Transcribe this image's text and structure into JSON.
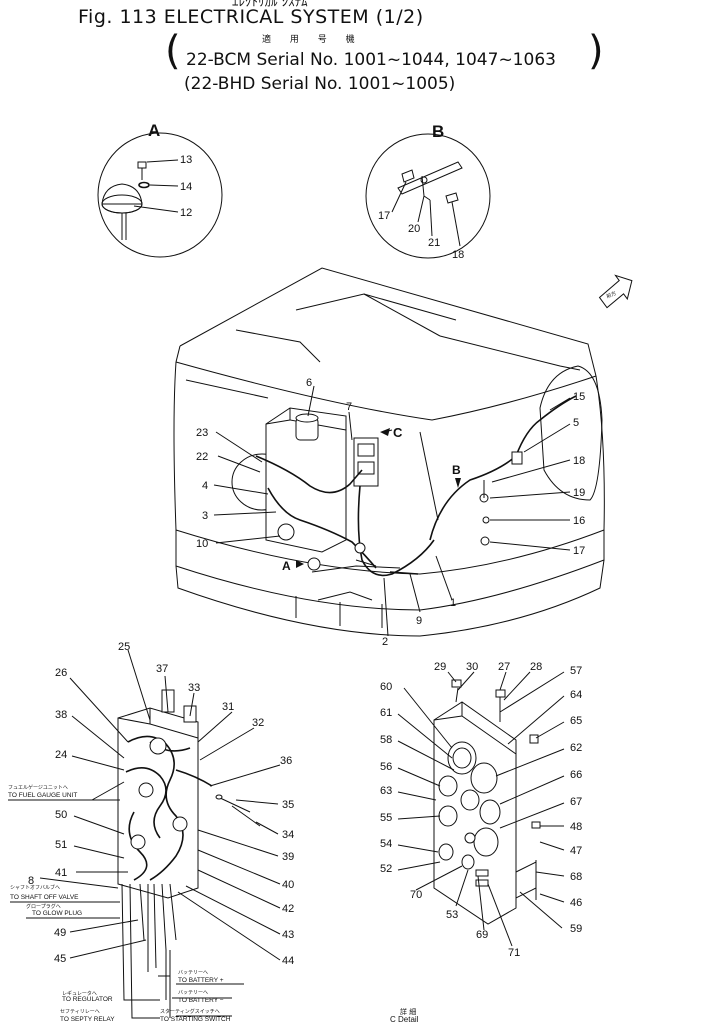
{
  "header": {
    "top_strip": "ｴﾚｸﾄﾘｶﾙ ｼｽﾃﾑ",
    "title": "Fig. 113   ELECTRICAL SYSTEM (1/2)",
    "applicable": "適 用 号 機",
    "serial_1": "22-BCM  Serial No. 1001~1044, 1047~1063",
    "serial_2": "(22-BHD  Serial No. 1001~1005)"
  },
  "details": {
    "a": "A",
    "b": "B",
    "c": "C",
    "direction": "前方",
    "c_detail_jp": "詳 細",
    "c_detail": "C  Detail"
  },
  "callouts": {
    "n1": "1",
    "n2": "2",
    "n3": "3",
    "n4": "4",
    "n5": "5",
    "n6": "6",
    "n7": "7",
    "n8": "8",
    "n9": "9",
    "n10": "10",
    "n12": "12",
    "n13": "13",
    "n14": "14",
    "n15": "15",
    "n16": "16",
    "n17": "17",
    "n18": "18",
    "n19": "19",
    "n20": "20",
    "n21": "21",
    "n22": "22",
    "n23": "23",
    "n24": "24",
    "n25": "25",
    "n26": "26",
    "n27": "27",
    "n28": "28",
    "n29": "29",
    "n30": "30",
    "n31": "31",
    "n32": "32",
    "n33": "33",
    "n34": "34",
    "n35": "35",
    "n36": "36",
    "n37": "37",
    "n38": "38",
    "n39": "39",
    "n40": "40",
    "n41": "41",
    "n42": "42",
    "n43": "43",
    "n44": "44",
    "n45": "45",
    "n46": "46",
    "n47": "47",
    "n48": "48",
    "n49": "49",
    "n50": "50",
    "n51": "51",
    "n52": "52",
    "n53": "53",
    "n54": "54",
    "n55": "55",
    "n56": "56",
    "n57": "57",
    "n58": "58",
    "n59": "59",
    "n60": "60",
    "n61": "61",
    "n62": "62",
    "n63": "63",
    "n64": "64",
    "n65": "65",
    "n66": "66",
    "n67": "67",
    "n68": "68",
    "n69": "69",
    "n70": "70",
    "n71": "71"
  },
  "wire_labels": {
    "fuel_gauge_jp": "フュエルゲージユニットへ",
    "fuel_gauge": "TO FUEL GAUGE UNIT",
    "shaft_off_jp": "シャフトオフバルブへ",
    "shaft_off": "TO SHAFT OFF VALVE",
    "glow_plug_jp": "グロープラグへ",
    "glow_plug": "TO GLOW PLUG",
    "regulator_jp": "レギュレータへ",
    "regulator": "TO REGULATOR",
    "septy_jp": "セフティリレーへ",
    "septy": "TO SEPTY RELAY",
    "battery_plus_jp": "バッテリーへ",
    "battery_plus": "TO BATTERY  +",
    "battery_minus_jp": "バッテリーへ",
    "battery_minus": "TO BATTERY  −",
    "starting_jp": "スターティングスイッチへ",
    "starting": "TO STARTING SWITCH"
  }
}
